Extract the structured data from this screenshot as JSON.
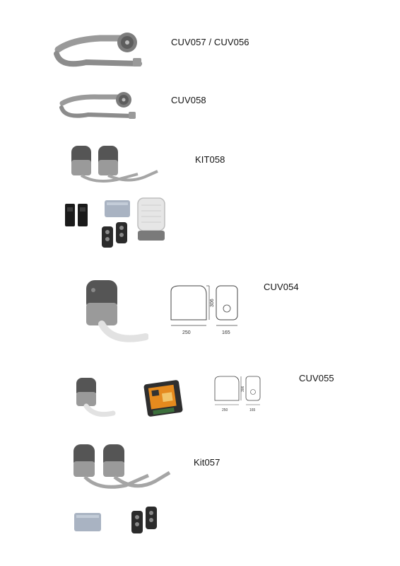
{
  "products": {
    "cuv057": {
      "label": "CUV057 / CUV056"
    },
    "cuv058": {
      "label": "CUV058"
    },
    "kit058": {
      "label": "KIT058"
    },
    "cuv054": {
      "label": "CUV054",
      "dim_width": "250",
      "dim_depth": "165",
      "dim_height": "306"
    },
    "cuv055": {
      "label": "CUV055",
      "dim_width": "250",
      "dim_depth": "165",
      "dim_height": "306"
    },
    "kit057": {
      "label": "Kit057"
    }
  }
}
